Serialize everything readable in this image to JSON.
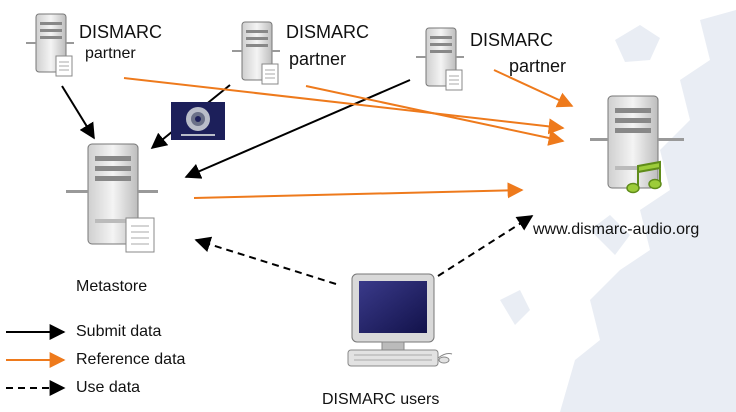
{
  "partners": [
    {
      "line1": "DISMARC",
      "line2": "partner"
    },
    {
      "line1": "DISMARC",
      "line2": "partner"
    },
    {
      "line1": "DISMARC",
      "line2": "partner"
    }
  ],
  "metastore_label": "Metastore",
  "portal_label": "www.dismarc-audio.org",
  "users_label": "DISMARC users",
  "legend": [
    {
      "label": "Submit data",
      "style": "solid-black",
      "color": "#000000"
    },
    {
      "label": "Reference data",
      "style": "solid-orange",
      "color": "#ee7a1c"
    },
    {
      "label": "Use data",
      "style": "dashed-black",
      "color": "#000000"
    }
  ],
  "colors": {
    "submit": "#000000",
    "reference": "#ee7a1c",
    "use": "#000000",
    "map": "#e9edf4",
    "music_note": "#9ccc3a"
  },
  "icons": [
    "server-icon",
    "document-icon",
    "open-archives-logo",
    "music-note-icon",
    "computer-icon"
  ]
}
